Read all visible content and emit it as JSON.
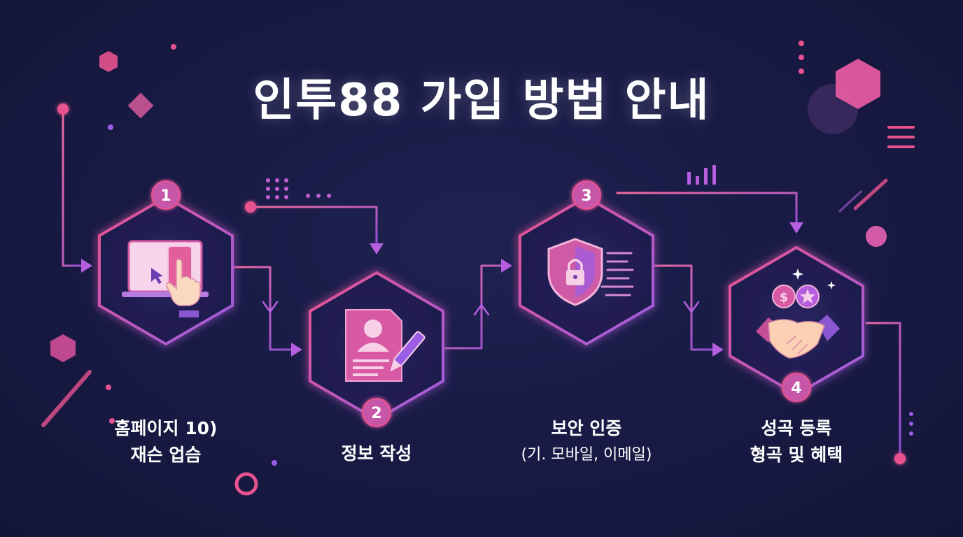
{
  "title": "인투88 가입 방법 안내",
  "colors": {
    "background": "#181a44",
    "accent_pink": "#e8538f",
    "accent_purple": "#9b5de5",
    "text": "#ffffff"
  },
  "steps": [
    {
      "number": "1",
      "icon": "laptop-phone-click-icon",
      "line1": "홈페이지 10)",
      "line2": "재슨 업슴"
    },
    {
      "number": "2",
      "icon": "profile-document-pen-icon",
      "line1": "정보 작성",
      "line2": ""
    },
    {
      "number": "3",
      "icon": "security-shield-lock-icon",
      "line1": "보안 인증",
      "line2": "(기. 모바일, 이메일)"
    },
    {
      "number": "4",
      "icon": "handshake-coins-icon",
      "line1": "성곡 등록",
      "line2": "형곡 및 혜택"
    }
  ]
}
